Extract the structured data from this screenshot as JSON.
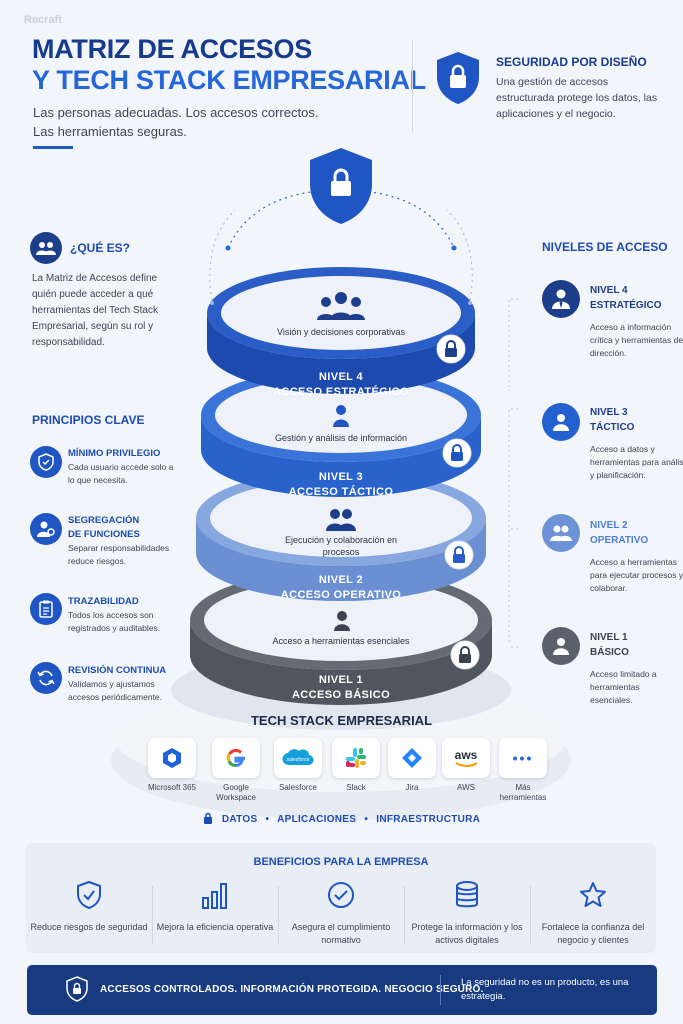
{
  "watermark": "Recraft",
  "header": {
    "title_line1": "MATRIZ DE ACCESOS",
    "title_line2": "Y TECH STACK EMPRESARIAL",
    "subtitle": "Las personas adecuadas. Los accesos correctos. Las herramientas seguras."
  },
  "security": {
    "title": "SEGURIDAD POR DISEÑO",
    "text": "Una gestión de accesos estructurada protege los datos, las aplicaciones y el negocio."
  },
  "what": {
    "title": "¿QUÉ ES?",
    "text": "La Matriz de Accesos define quién puede acceder a qué herramientas del Tech Stack Empresarial, según su rol y responsabilidad."
  },
  "principles": {
    "title": "PRINCIPIOS CLAVE",
    "items": [
      {
        "title": "MÍNIMO PRIVILEGIO",
        "text": "Cada usuario accede solo a lo que necesita.",
        "icon": "shield-check-icon"
      },
      {
        "title": "SEGREGACIÓN DE FUNCIONES",
        "text": "Separar responsabilidades reduce riesgos.",
        "icon": "user-gear-icon"
      },
      {
        "title": "TRAZABILIDAD",
        "text": "Todos los accesos son registrados y auditables.",
        "icon": "clipboard-icon"
      },
      {
        "title": "REVISIÓN CONTINUA",
        "text": "Validamos y ajustamos accesos periódicamente.",
        "icon": "refresh-icon"
      }
    ]
  },
  "levels": {
    "title": "NIVELES DE ACCESO",
    "items": [
      {
        "title": "NIVEL 4 ESTRATÉGICO",
        "text": "Acceso a información crítica y herramientas de dirección.",
        "color": "#1d3e8a"
      },
      {
        "title": "NIVEL 3 TÁCTICO",
        "text": "Acceso a datos y herramientas para análisis y planificación.",
        "color": "#2461d0"
      },
      {
        "title": "NIVEL 2 OPERATIVO",
        "text": "Acceso a herramientas para ejecutar procesos y colaborar.",
        "color": "#6d93d6"
      },
      {
        "title": "NIVEL 1 BÁSICO",
        "text": "Acceso limitado a herramientas esenciales.",
        "color": "#5b616c"
      }
    ]
  },
  "rings": [
    {
      "inner": "Visión y decisiones corporativas",
      "label_1": "NIVEL 4",
      "label_2": "ACCESO ESTRATÉGICO",
      "color": "#1f4fb8"
    },
    {
      "inner": "Gestión y análisis de información",
      "label_1": "NIVEL 3",
      "label_2": "ACCESO TÁCTICO",
      "color": "#2b67d3"
    },
    {
      "inner": "Ejecución y colaboración en procesos",
      "label_1": "NIVEL 2",
      "label_2": "ACCESO OPERATIVO",
      "color": "#6f96d8"
    },
    {
      "inner": "Acceso a herramientas esenciales",
      "label_1": "NIVEL 1",
      "label_2": "ACCESO BÁSICO",
      "color": "#4a4f58"
    }
  ],
  "stack": {
    "title": "TECH STACK EMPRESARIAL",
    "tools": [
      {
        "name": "Microsoft 365"
      },
      {
        "name": "Google Workspace"
      },
      {
        "name": "Salesforce",
        "logo": "salesforce"
      },
      {
        "name": "Slack"
      },
      {
        "name": "Jira"
      },
      {
        "name": "AWS",
        "logo": "aws"
      },
      {
        "name": "Más herramientas",
        "logo": "•••"
      }
    ],
    "infra": [
      "DATOS",
      "APLICACIONES",
      "INFRAESTRUCTURA"
    ]
  },
  "benefits": {
    "title": "BENEFICIOS PARA LA EMPRESA",
    "items": [
      {
        "text": "Reduce riesgos de seguridad",
        "icon": "shield-check-icon"
      },
      {
        "text": "Mejora la eficiencia operativa",
        "icon": "bar-chart-icon"
      },
      {
        "text": "Asegura el cumplimiento normativo",
        "icon": "check-circle-icon"
      },
      {
        "text": "Protege la información y los activos digitales",
        "icon": "database-icon"
      },
      {
        "text": "Fortalece la confianza del negocio y clientes",
        "icon": "star-icon"
      }
    ]
  },
  "footer": {
    "main": "ACCESOS CONTROLADOS. INFORMACIÓN PROTEGIDA. NEGOCIO SEGURO.",
    "side": "La seguridad no es un producto, es una estrategia."
  },
  "colors": {
    "brand": "#163b8c",
    "accent": "#2566d8",
    "footer": "#173a80"
  }
}
